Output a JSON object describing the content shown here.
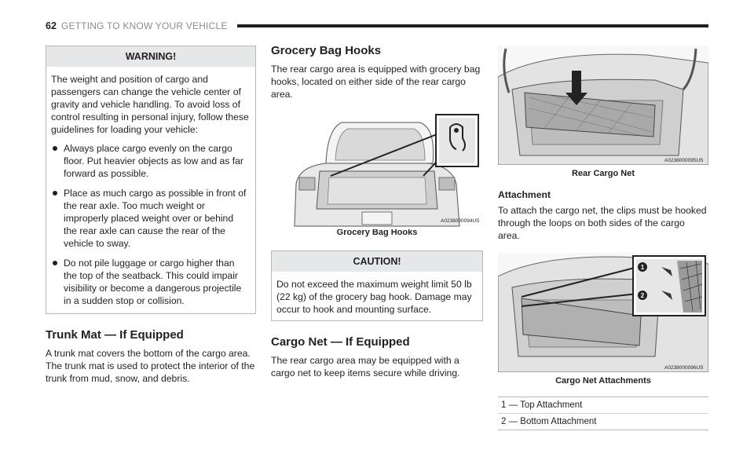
{
  "header": {
    "page_number": "62",
    "chapter_title": "GETTING TO KNOW YOUR VEHICLE"
  },
  "warning": {
    "title": "WARNING!",
    "intro": "The weight and position of cargo and passengers can change the vehicle center of gravity and vehicle handling. To avoid loss of control resulting in personal injury, follow these guidelines for loading your vehicle:",
    "items": [
      "Always place cargo evenly on the cargo floor. Put heavier objects as low and as far forward as possible.",
      "Place as much cargo as possible in front of the rear axle. Too much weight or improperly placed weight over or behind the rear axle can cause the rear of the vehicle to sway.",
      "Do not pile luggage or cargo higher than the top of the seatback. This could impair visibility or become a dangerous projectile in a sudden stop or collision."
    ]
  },
  "trunk_mat": {
    "heading": "Trunk Mat — If Equipped",
    "body": "A trunk mat covers the bottom of the cargo area. The trunk mat is used to protect the interior of the trunk from mud, snow, and debris."
  },
  "grocery": {
    "heading": "Grocery Bag Hooks",
    "body": "The rear cargo area is equipped with grocery bag hooks, located on either side of the rear cargo area.",
    "figure_code": "A0238000094US",
    "caption": "Grocery Bag Hooks"
  },
  "caution": {
    "title": "CAUTION!",
    "body": "Do not exceed the maximum weight limit 50 lb (22 kg) of the grocery bag hook. Damage may occur to hook and mounting surface."
  },
  "cargo_net": {
    "heading": "Cargo Net — If Equipped",
    "body": "The rear cargo area may be equipped with a cargo net to keep items secure while driving."
  },
  "rear_net": {
    "figure_code": "A0238000095US",
    "caption": "Rear Cargo Net"
  },
  "attachment": {
    "heading": "Attachment",
    "body": "To attach the cargo net, the clips must be hooked through the loops on both sides of the cargo area.",
    "figure_code": "A0238000096US",
    "caption": "Cargo Net Attachments",
    "callout_1": "1",
    "callout_2": "2",
    "legend": [
      "1 — Top Attachment",
      "2 — Bottom Attachment"
    ]
  }
}
